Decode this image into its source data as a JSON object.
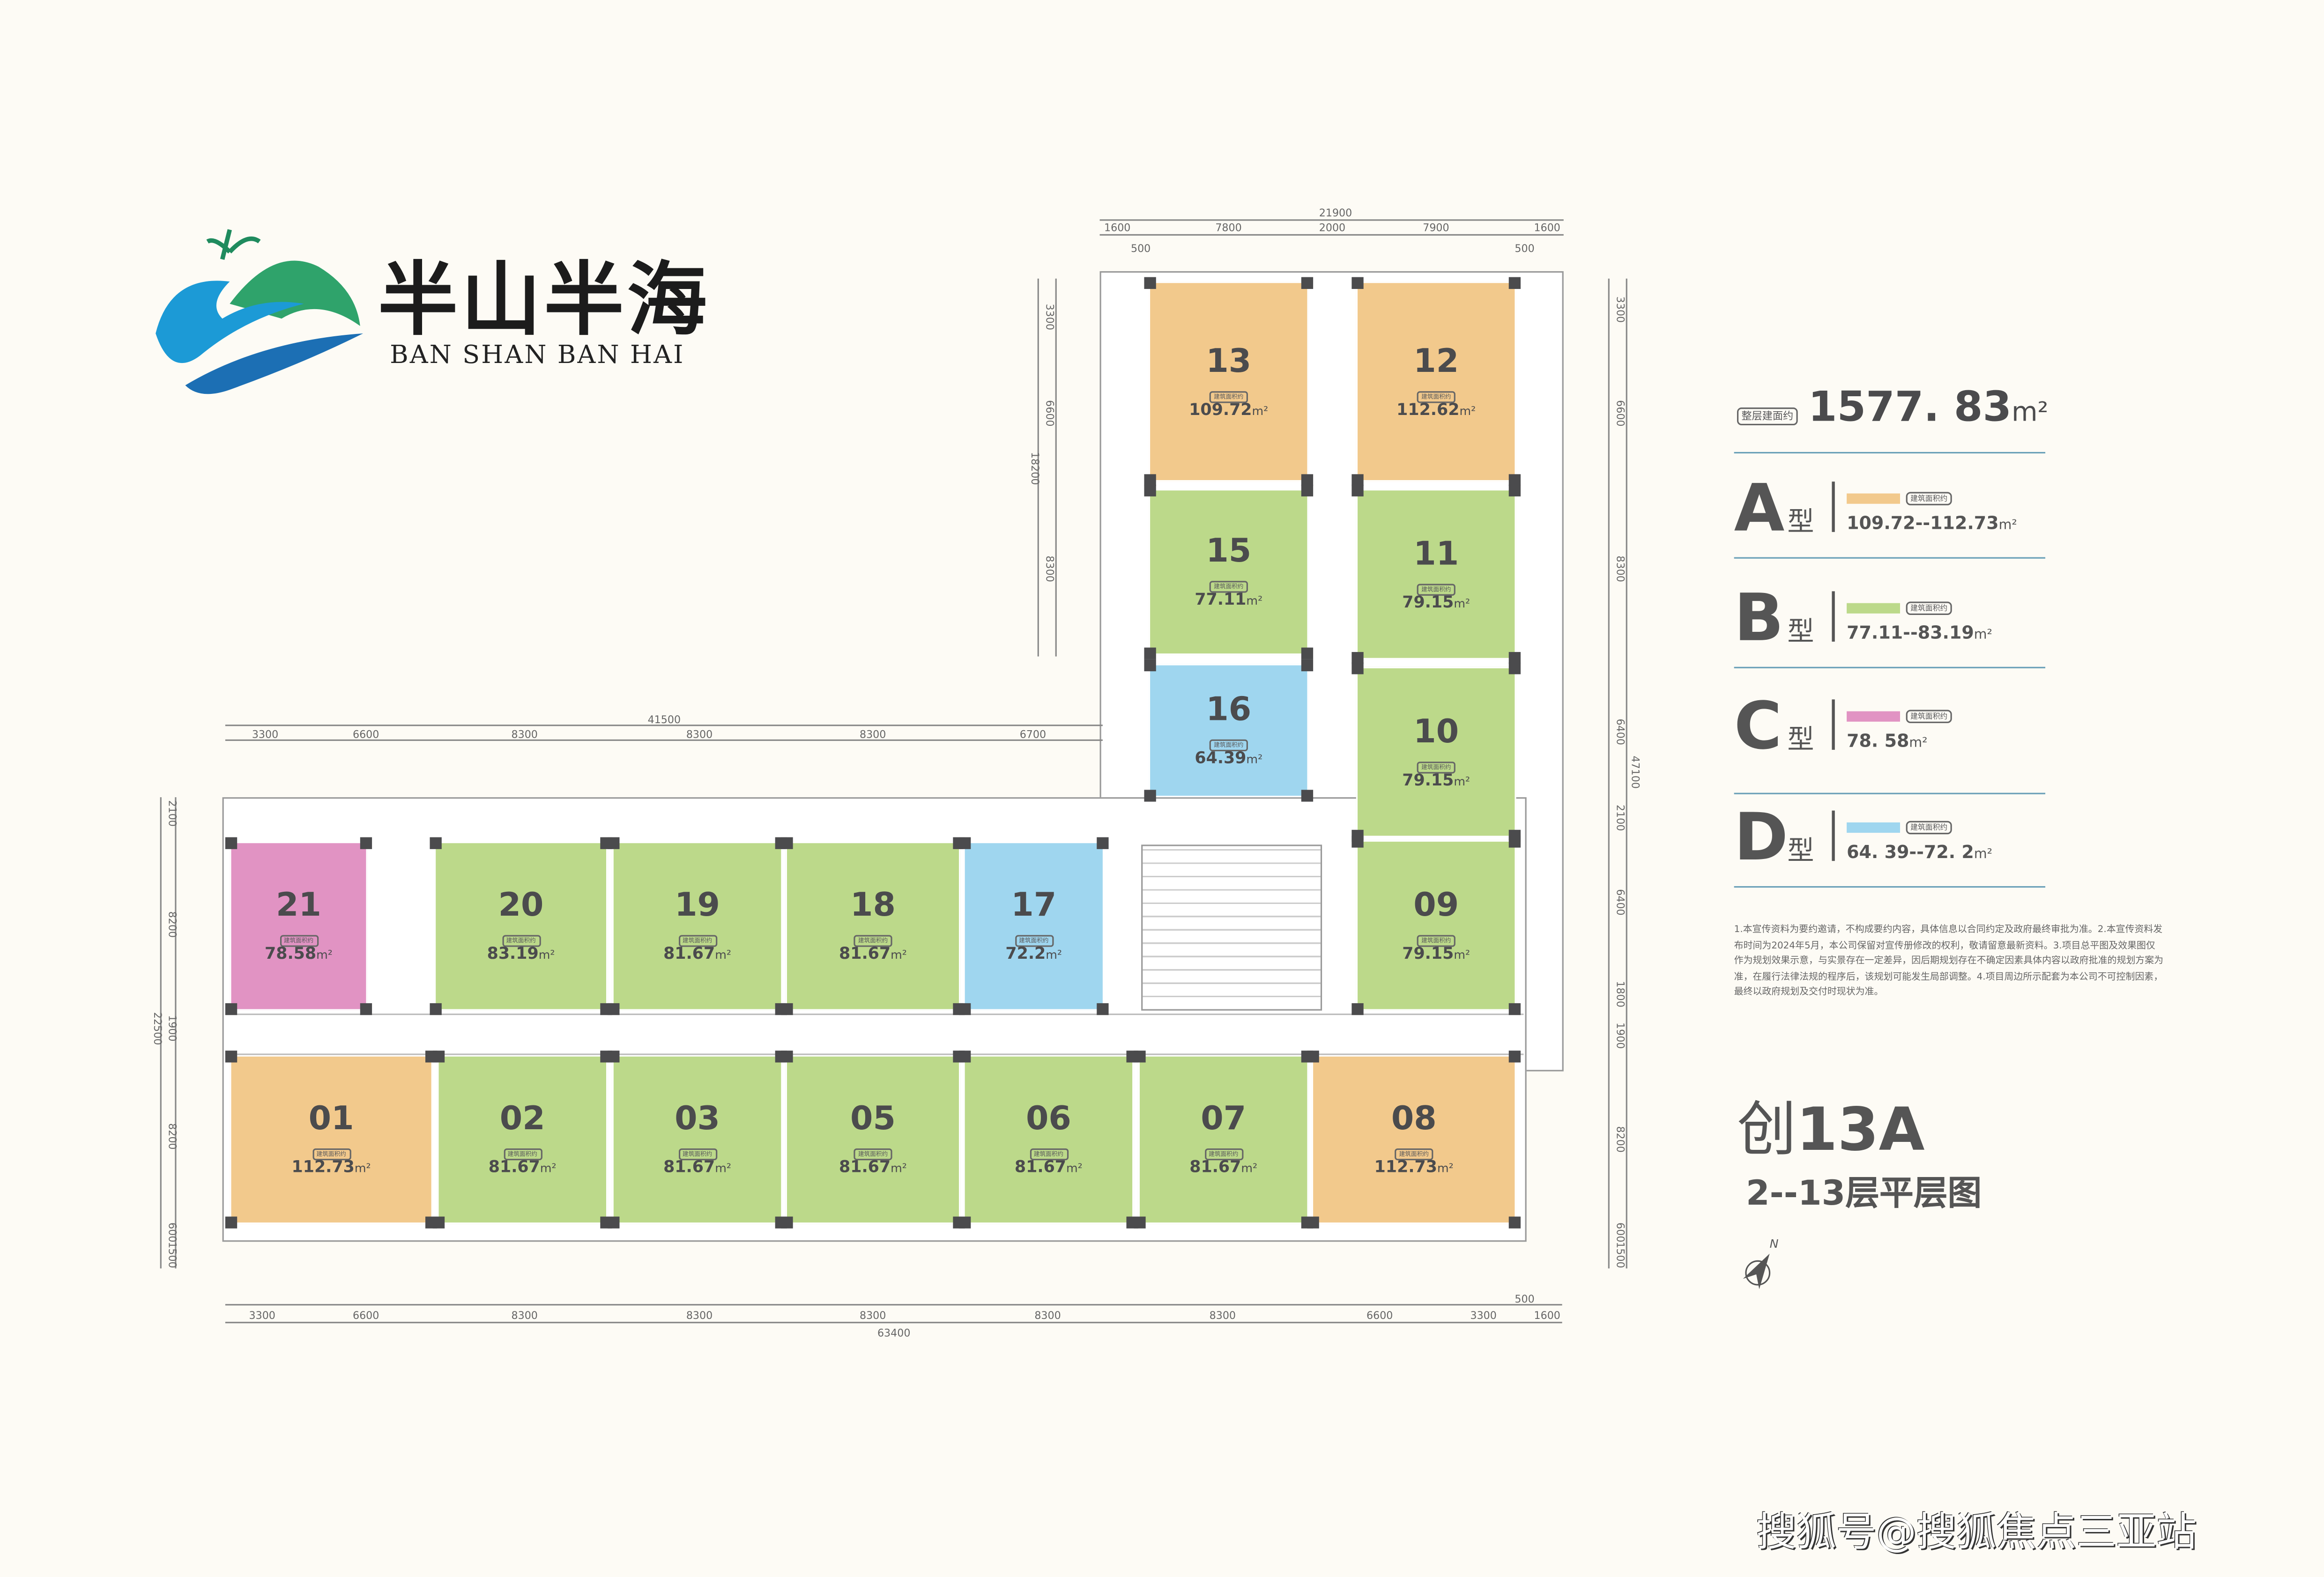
{
  "brand": {
    "name_cn": "半山半海",
    "name_en": "BAN SHAN BAN HAI"
  },
  "summary": {
    "label": "整层建面约",
    "total": "1577. 83",
    "unit": "m²"
  },
  "legend": [
    {
      "type": "A",
      "suffix": "型",
      "caption": "建筑面积约",
      "range": "109.72--112.73",
      "unit": "m²",
      "color": "#f2c98c"
    },
    {
      "type": "B",
      "suffix": "型",
      "caption": "建筑面积约",
      "range": "77.11--83.19",
      "unit": "m²",
      "color": "#bcd98a"
    },
    {
      "type": "C",
      "suffix": "型",
      "caption": "建筑面积约",
      "range": "78. 58",
      "unit": "m²",
      "color": "#e193c3"
    },
    {
      "type": "D",
      "suffix": "型",
      "caption": "建筑面积约",
      "range": "64. 39--72. 2",
      "unit": "m²",
      "color": "#9fd6ef"
    }
  ],
  "notes": "1.本宣传资料为要约邀请，不构成要约内容，具体信息以合同约定及政府最终审批为准。2.本宣传资料发布时间为2024年5月，本公司保留对宣传册修改的权利，敬请留意最新资料。3.项目总平图及效果图仅作为规划效果示意，与实景存在一定差异，因后期规划存在不确定因素具体内容以政府批准的规划方案为准，在履行法律法规的程序后，该规划可能发生局部调整。4.项目周边所示配套为本公司不可控制因素，最终以政府规划及交付时现状为准。",
  "title": {
    "building_prefix": "创",
    "building": "13A",
    "floors": "2--13层平层图",
    "north": "N"
  },
  "watermark": "搜狐号@搜狐焦点三亚站",
  "room_caption": "建筑面积约",
  "rooms": [
    {
      "no": "13",
      "area": "109.72",
      "type": "A"
    },
    {
      "no": "12",
      "area": "112.62",
      "type": "A"
    },
    {
      "no": "15",
      "area": "77.11",
      "type": "B"
    },
    {
      "no": "11",
      "area": "79.15",
      "type": "B"
    },
    {
      "no": "16",
      "area": "64.39",
      "type": "D"
    },
    {
      "no": "10",
      "area": "79.15",
      "type": "B"
    },
    {
      "no": "09",
      "area": "79.15",
      "type": "B"
    },
    {
      "no": "21",
      "area": "78.58",
      "type": "C"
    },
    {
      "no": "20",
      "area": "83.19",
      "type": "B"
    },
    {
      "no": "19",
      "area": "81.67",
      "type": "B"
    },
    {
      "no": "18",
      "area": "81.67",
      "type": "B"
    },
    {
      "no": "17",
      "area": "72.2",
      "type": "D"
    },
    {
      "no": "01",
      "area": "112.73",
      "type": "A"
    },
    {
      "no": "02",
      "area": "81.67",
      "type": "B"
    },
    {
      "no": "03",
      "area": "81.67",
      "type": "B"
    },
    {
      "no": "05",
      "area": "81.67",
      "type": "B"
    },
    {
      "no": "06",
      "area": "81.67",
      "type": "B"
    },
    {
      "no": "07",
      "area": "81.67",
      "type": "B"
    },
    {
      "no": "08",
      "area": "112.73",
      "type": "A"
    }
  ],
  "room_unit": "m²",
  "dimensions": {
    "top": [
      "21900",
      "1600",
      "7800",
      "2000",
      "7900",
      "1600",
      "500",
      "500"
    ],
    "upper": [
      "41500",
      "3300",
      "6600",
      "8300",
      "8300",
      "8300",
      "6700"
    ],
    "bottom": [
      "3300",
      "6600",
      "8300",
      "8300",
      "8300",
      "8300",
      "8300",
      "6600",
      "3300",
      "1600",
      "500",
      "63400"
    ],
    "left": [
      "2100",
      "8200",
      "22500",
      "1900",
      "8200",
      "600",
      "1500"
    ],
    "wing_left": [
      "3300",
      "6600",
      "18200",
      "8300"
    ],
    "right": [
      "3300",
      "6600",
      "8300",
      "47100",
      "6400",
      "2100",
      "6400",
      "1800",
      "1900",
      "8200",
      "600",
      "1500"
    ]
  }
}
